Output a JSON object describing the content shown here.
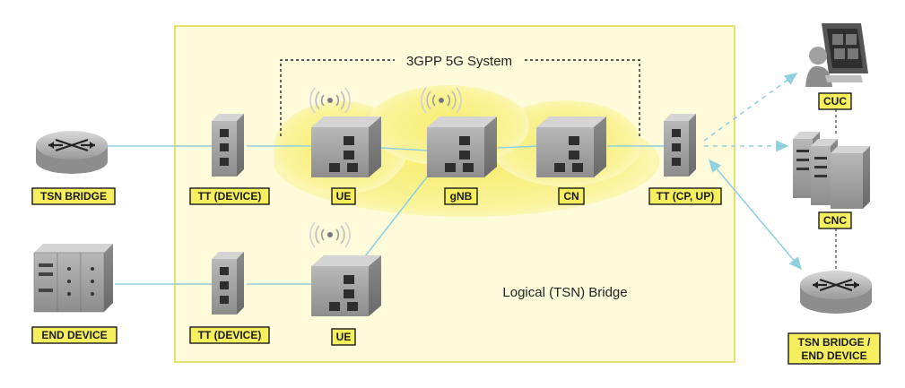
{
  "diagram": {
    "system_label": "3GPP 5G System",
    "bridge_label": "Logical (TSN) Bridge",
    "nodes": {
      "tsn_bridge_left": "TSN BRIDGE",
      "end_device_left": "END DEVICE",
      "tt_device_top": "TT (DEVICE)",
      "tt_device_bottom": "TT (DEVICE)",
      "ue_top": "UE",
      "ue_bottom": "UE",
      "gnb": "gNB",
      "cn": "CN",
      "tt_cp_up": "TT (CP, UP)",
      "cuc": "CUC",
      "cnc": "CNC",
      "tsn_bridge_end_device": [
        "TSN BRIDGE /",
        "END DEVICE"
      ]
    },
    "colors": {
      "bridge_box_fill": "#fdfbd9",
      "bridge_box_border": "#e9df6b",
      "cloud_fill": "#faf38f",
      "label_fill": "#f5ef5e",
      "link": "#8fd0df",
      "device_gray": "#9a9a9a"
    }
  }
}
